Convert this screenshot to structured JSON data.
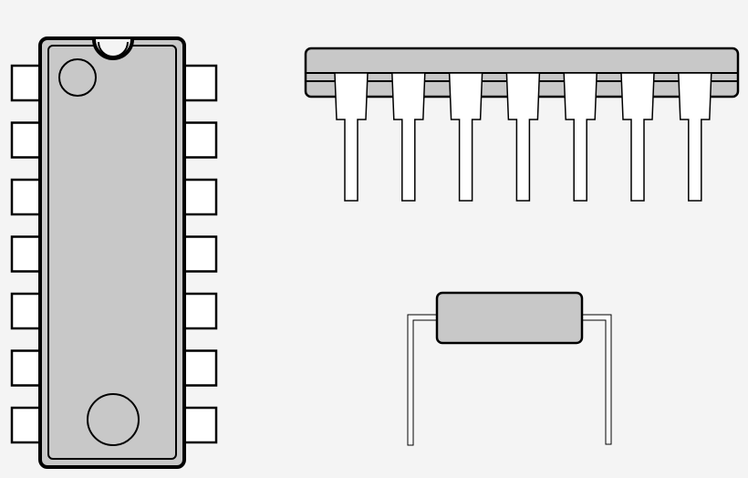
{
  "colors": {
    "background": "#f4f4f4",
    "body_fill": "#c8c8c8",
    "pin_fill": "#ffffff",
    "stroke": "#000000"
  },
  "dip_top_view": {
    "pin_count": 14,
    "pins_per_side": 7,
    "has_notch": true,
    "pin1_marker": "circle"
  },
  "dip_side_view": {
    "visible_pins": 7
  },
  "axial_component": {
    "leads": 2
  }
}
